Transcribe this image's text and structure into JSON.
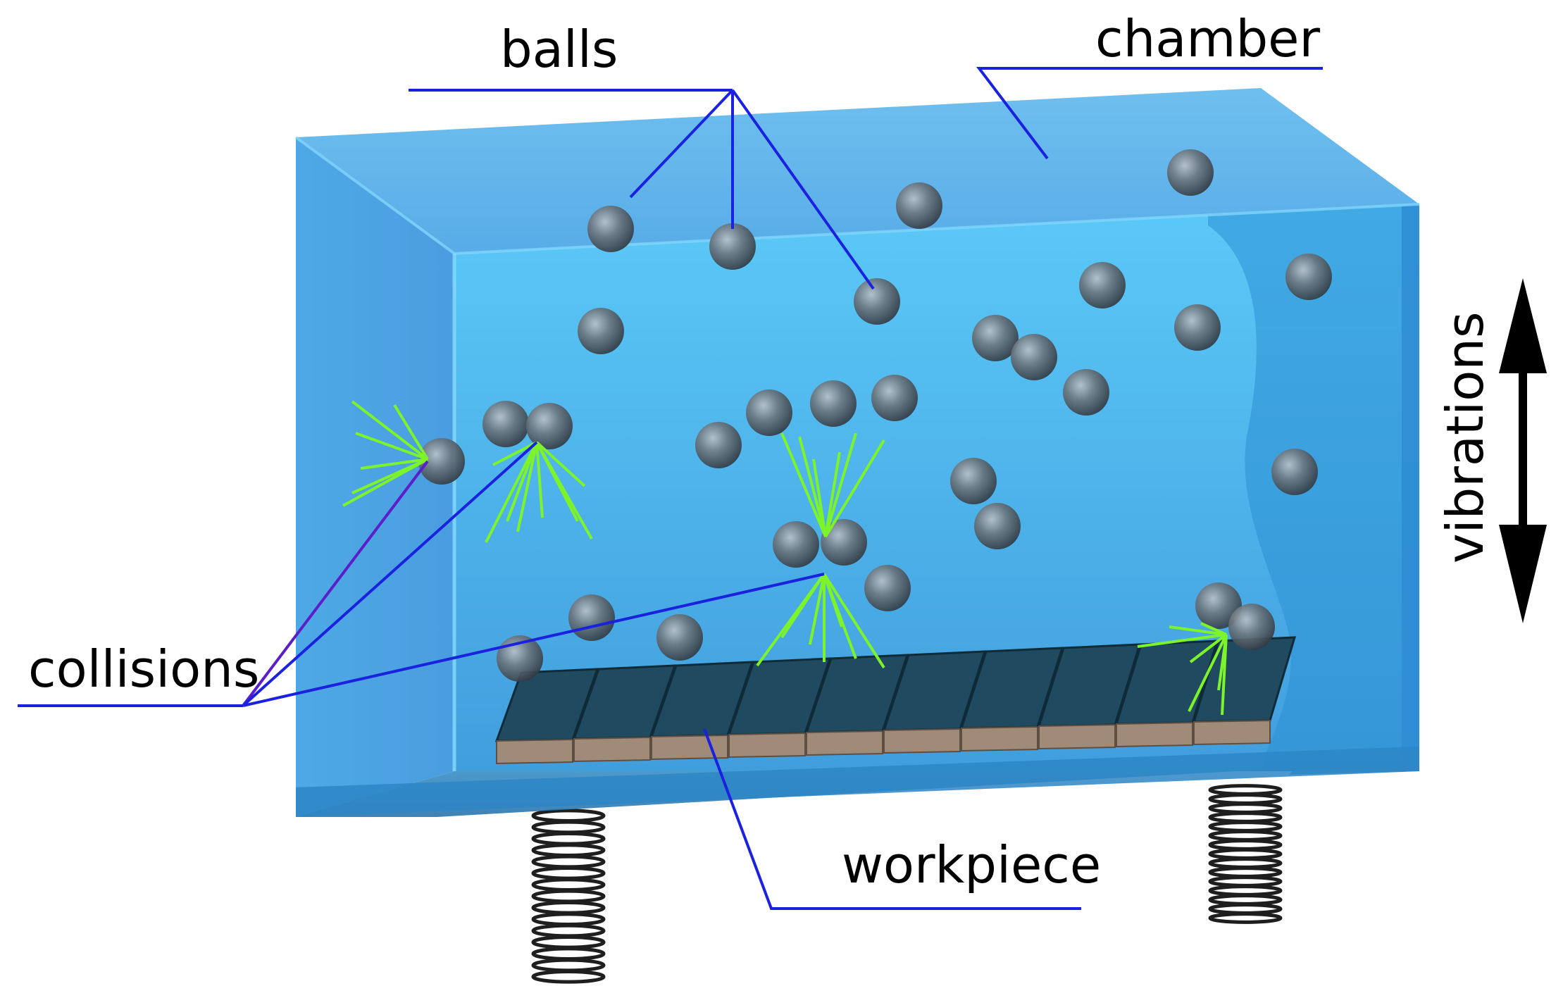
{
  "labels": {
    "balls": "balls",
    "chamber": "chamber",
    "collisions": "collisions",
    "workpiece": "workpiece",
    "vibrations": "vibrations"
  },
  "colors": {
    "chamber_face": "#4bb8ef",
    "chamber_side": "#2f8fd6",
    "chamber_top": "#3aa6e6",
    "ball": "#5c6670",
    "leader_line": "#1a22e0",
    "collision_rays": "#7cf32a",
    "workpiece_top": "#1f4a60",
    "workpiece_edge": "#a08a78",
    "arrow": "#000000"
  },
  "icons": {
    "springs": "coil-spring-icon",
    "vibration_arrow": "double-headed-vertical-arrow-icon"
  }
}
